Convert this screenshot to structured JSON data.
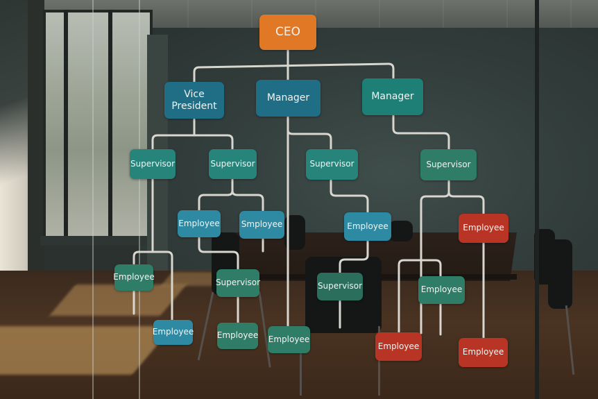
{
  "scene": {
    "description": "Glass wall in a conference room with an organizational chart decal",
    "colors": {
      "ceo": "#e07825",
      "vice_president": "#1f6e86",
      "manager_blue": "#1f6e86",
      "manager_teal": "#1e7f77",
      "supervisor": "#27847a",
      "employee_blue": "#2e8aa3",
      "employee_green": "#2f7d66",
      "employee_red": "#b83526",
      "connector": "#d8d6cf"
    }
  },
  "org_chart": {
    "ceo": {
      "label": "CEO"
    },
    "level2": [
      {
        "label": "Vice\nPresident",
        "line1": "Vice",
        "line2": "President"
      },
      {
        "label": "Manager"
      },
      {
        "label": "Manager"
      }
    ],
    "supervisors": [
      {
        "label": "Supervisor"
      },
      {
        "label": "Supervisor"
      },
      {
        "label": "Supervisor"
      },
      {
        "label": "Supervisor"
      }
    ],
    "employees_row1": [
      {
        "label": "Employee"
      },
      {
        "label": "Smployee"
      },
      {
        "label": "Employee"
      },
      {
        "label": "Employee"
      }
    ],
    "row2": [
      {
        "label": "Employee"
      },
      {
        "label": "Supervisor"
      },
      {
        "label": "Supervisor"
      },
      {
        "label": "Employee"
      }
    ],
    "row3": [
      {
        "label": "Employee"
      },
      {
        "label": "Employee"
      },
      {
        "label": "Employee"
      },
      {
        "label": "Employee"
      },
      {
        "label": "Employee"
      }
    ]
  }
}
